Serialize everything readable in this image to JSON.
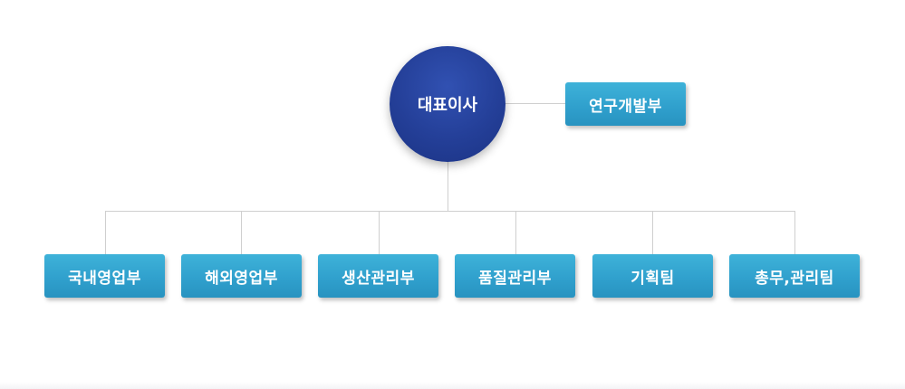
{
  "chart": {
    "root": {
      "label": "대표이사"
    },
    "side_branch": {
      "label": "연구개발부"
    },
    "departments": [
      {
        "label": "국내영업부"
      },
      {
        "label": "해외영업부"
      },
      {
        "label": "생산관리부"
      },
      {
        "label": "품질관리부"
      },
      {
        "label": "기획팀"
      },
      {
        "label": "총무,관리팀"
      }
    ]
  },
  "colors": {
    "root_fill": "#243f98",
    "dept_fill": "#2f9fcc",
    "connector": "#cfcfcf"
  }
}
